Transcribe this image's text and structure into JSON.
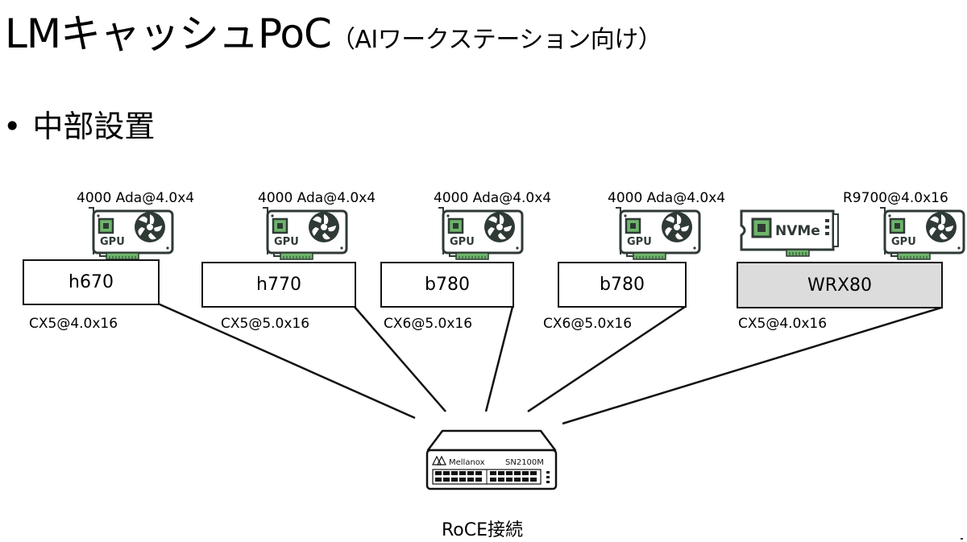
{
  "slide": {
    "title_main": "LMキャッシュPoC",
    "title_sub": "（AIワークステーション向け）",
    "bullet_marker": "•",
    "bullet_text": "中部設置"
  },
  "hosts": [
    {
      "name": "h670",
      "gpu_label": "4000 Ada@4.0x4",
      "nic_label": "CX5@4.0x16",
      "highlighted": false,
      "has_nvme": false
    },
    {
      "name": "h770",
      "gpu_label": "4000 Ada@4.0x4",
      "nic_label": "CX5@5.0x16",
      "highlighted": false,
      "has_nvme": false
    },
    {
      "name": "b780",
      "gpu_label": "4000 Ada@4.0x4",
      "nic_label": "CX6@5.0x16",
      "highlighted": false,
      "has_nvme": false
    },
    {
      "name": "b780",
      "gpu_label": "4000 Ada@4.0x4",
      "nic_label": "CX6@5.0x16",
      "highlighted": false,
      "has_nvme": false
    },
    {
      "name": "WRX80",
      "gpu_label": "R9700@4.0x16",
      "nic_label": "CX5@4.0x16",
      "highlighted": true,
      "has_nvme": true
    }
  ],
  "icons": {
    "gpu_text": "GPU",
    "nvme_text": "NVMe"
  },
  "switch": {
    "brand": "Mellanox",
    "model": "SN2100M"
  },
  "footer": {
    "connection_label": "RoCE接続"
  },
  "colors": {
    "chip_green": "#6db56a",
    "icon_dark": "#2f3a35",
    "highlight_gray": "#dcdcdc"
  }
}
